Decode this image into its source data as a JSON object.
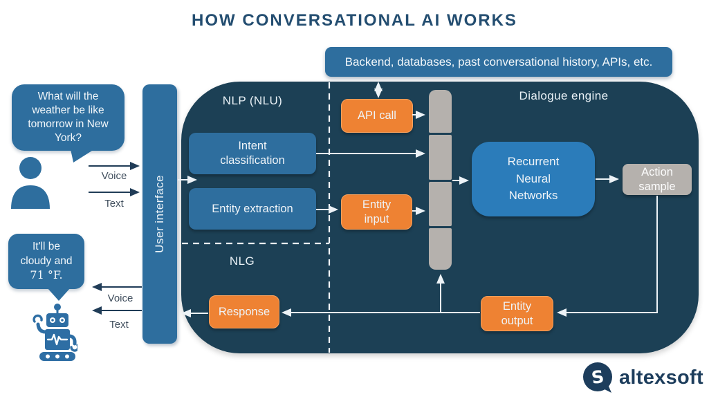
{
  "title": "HOW CONVERSATIONAL AI WORKS",
  "backend": {
    "label": "Backend, databases, past conversational history, APIs, etc."
  },
  "user_side": {
    "question": "What will the\nweather be like\ntomorrow in New\nYork?",
    "answer_text": "It'll be\ncloudy and",
    "answer_temp": "71 °F.",
    "voice_in": "Voice",
    "text_in": "Text",
    "voice_out": "Voice",
    "text_out": "Text"
  },
  "user_interface": {
    "label": "User interface"
  },
  "engine": {
    "nlp_label": "NLP (NLU)",
    "nlg_label": "NLG",
    "dialogue_label": "Dialogue engine",
    "intent": "Intent\nclassification",
    "entity_extraction": "Entity extraction",
    "api_call": "API call",
    "entity_input": "Entity\ninput",
    "rnn": "Recurrent\nNeural\nNetworks",
    "action_sample": "Action\nsample",
    "entity_output": "Entity\noutput",
    "response": "Response"
  },
  "logo": {
    "text": "altexsoft",
    "mark_letter": "S"
  },
  "icons": {
    "user": "person-icon",
    "bot": "robot-icon",
    "logo": "speech-bubble-s-icon"
  },
  "colors": {
    "navy_container": "#1c4055",
    "blue": "#2e6e9e",
    "blue_bright": "#2b7cba",
    "orange": "#ee8233",
    "gray": "#b5b1ad",
    "title_navy": "#234d70",
    "logo_navy": "#1d3d5c",
    "arrow_light": "#edf3f7",
    "arrow_dark": "#203c57"
  }
}
